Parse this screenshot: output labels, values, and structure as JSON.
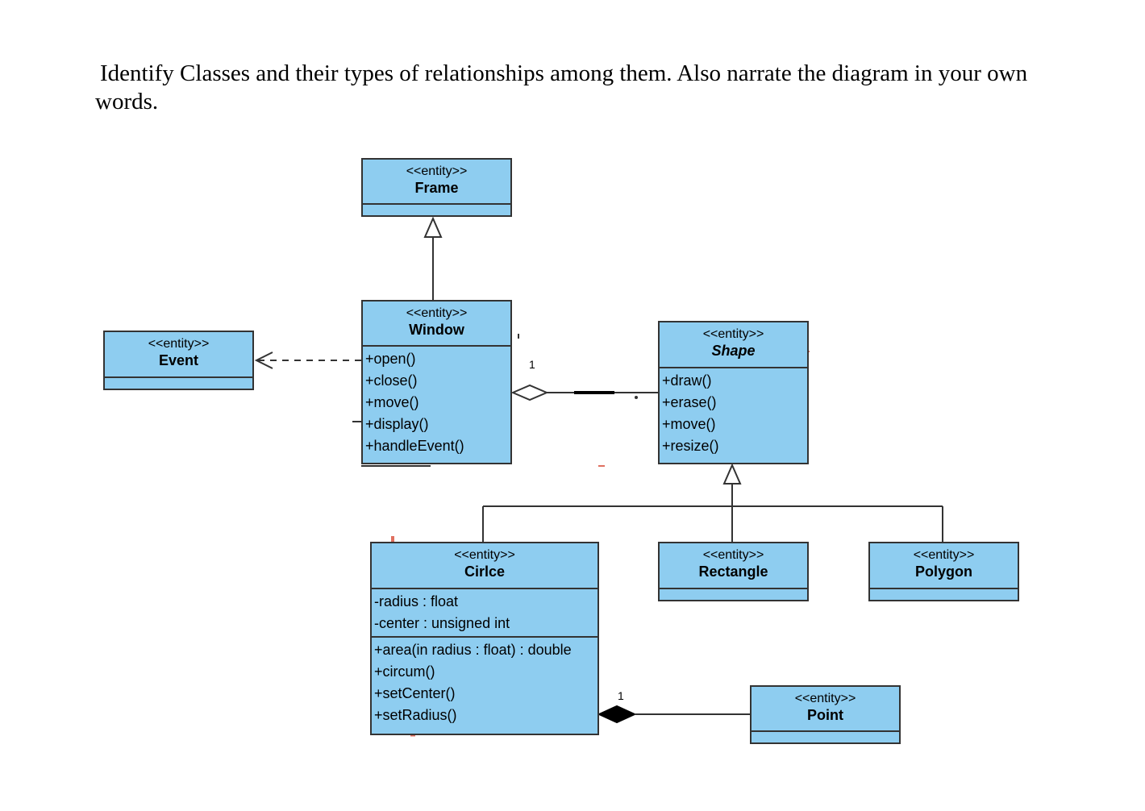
{
  "question": "Identify Classes and their types of relationships among them. Also narrate the diagram in your own words.",
  "stereotype": "<<entity>>",
  "classes": {
    "frame": {
      "name": "Frame"
    },
    "window": {
      "name": "Window",
      "operations": [
        "+open()",
        "+close()",
        "+move()",
        "+display()",
        "+handleEvent()"
      ]
    },
    "event": {
      "name": "Event"
    },
    "shape": {
      "name": "Shape",
      "operations": [
        "+draw()",
        "+erase()",
        "+move()",
        "+resize()"
      ]
    },
    "circle": {
      "name": "Cirlce",
      "attributes": [
        "-radius : float",
        "-center : unsigned int"
      ],
      "operations": [
        "+area(in radius : float) : double",
        "+circum()",
        "+setCenter()",
        "+setRadius()"
      ]
    },
    "rectangle": {
      "name": "Rectangle"
    },
    "polygon": {
      "name": "Polygon"
    },
    "point": {
      "name": "Point"
    }
  },
  "multiplicities": {
    "window_shape": "1",
    "circle_point": "1"
  },
  "colors": {
    "class_fill": "#8ecdf0",
    "border": "#333333",
    "annotation": "#e07060"
  }
}
